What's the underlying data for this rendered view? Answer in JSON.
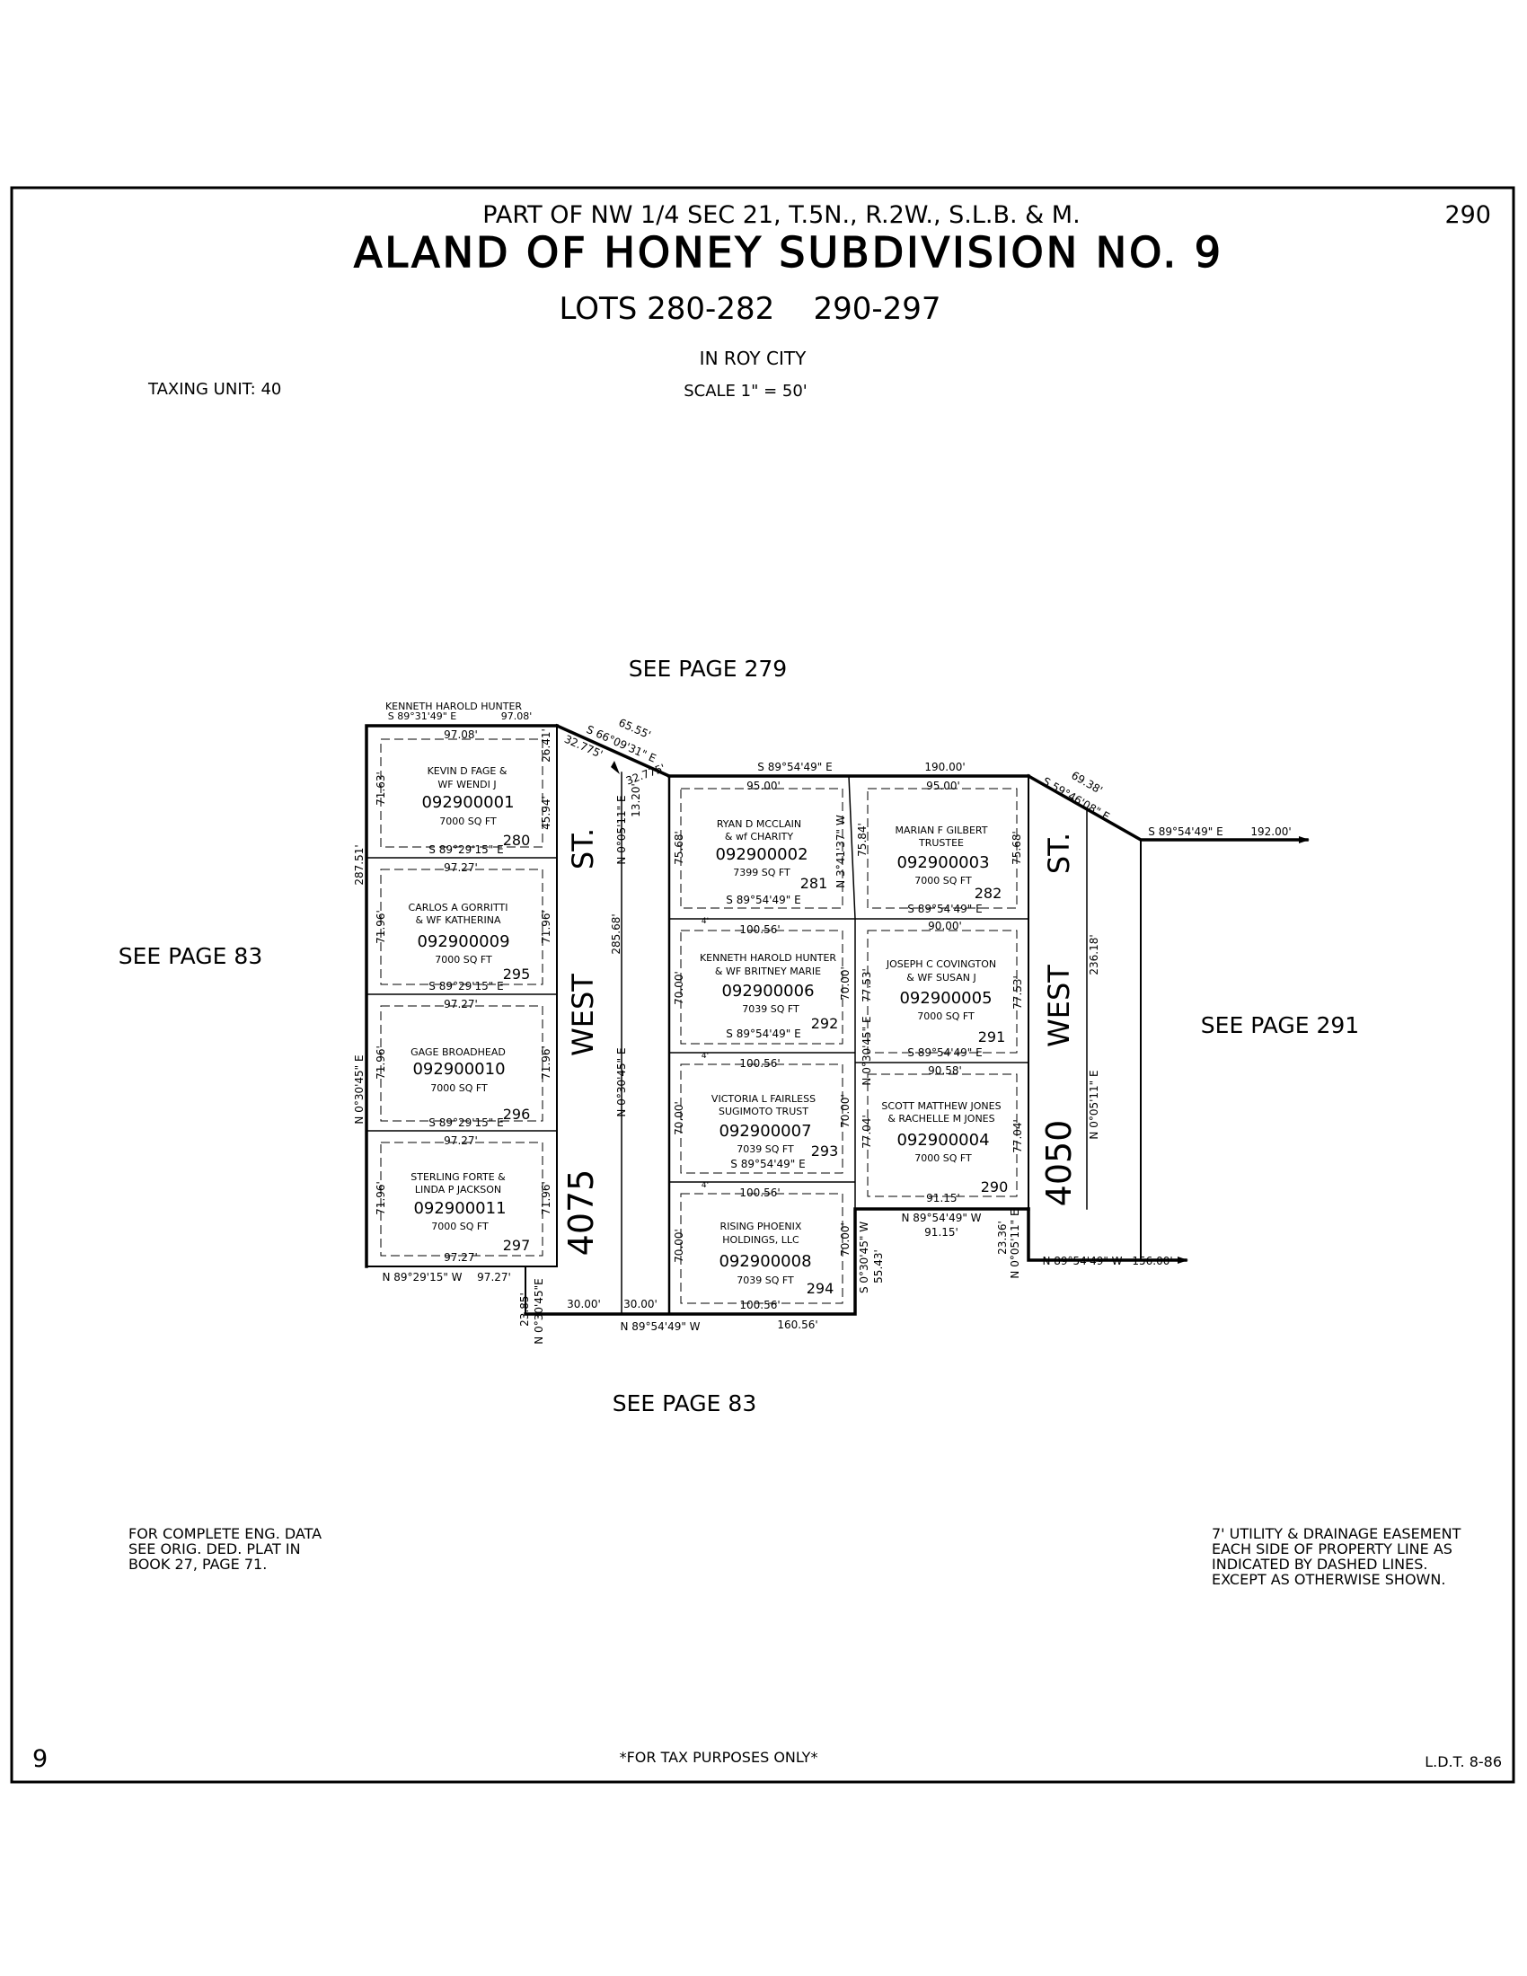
{
  "header": {
    "location": "PART OF NW 1/4 SEC 21, T.5N., R.2W., S.L.B. & M.",
    "page_number": "290",
    "title": "ALAND OF HONEY SUBDIVISION NO. 9",
    "lots": "LOTS 280-282    290-297",
    "city": "IN ROY CITY",
    "scale": "SCALE 1\" = 50'",
    "taxing_unit": "TAXING UNIT: 40"
  },
  "see_pages": {
    "top": "SEE PAGE 279",
    "left": "SEE PAGE 83",
    "right": "SEE PAGE 291",
    "bottom": "SEE PAGE 83"
  },
  "streets": {
    "west_a_name": "WEST",
    "west_a_suffix": "ST.",
    "west_a_number": "4075",
    "west_b_name": "WEST",
    "west_b_suffix": "ST.",
    "west_b_number": "4050"
  },
  "parcels": [
    {
      "lot": "280",
      "owner1": "KEVIN D FAGE &",
      "owner2": "WF WENDI J",
      "id": "092900001",
      "area": "7000 SQ FT"
    },
    {
      "lot": "295",
      "owner1": "CARLOS A GORRITTI",
      "owner2": "& WF KATHERINA",
      "id": "092900009",
      "area": "7000 SQ FT"
    },
    {
      "lot": "296",
      "owner1": "GAGE BROADHEAD",
      "owner2": "",
      "id": "092900010",
      "area": "7000 SQ FT"
    },
    {
      "lot": "297",
      "owner1": "STERLING FORTE &",
      "owner2": "LINDA P JACKSON",
      "id": "092900011",
      "area": "7000 SQ FT"
    },
    {
      "lot": "281",
      "owner1": "RYAN D MCCLAIN",
      "owner2": "& wf CHARITY",
      "id": "092900002",
      "area": "7399 SQ FT"
    },
    {
      "lot": "292",
      "owner1": "KENNETH HAROLD HUNTER",
      "owner2": "& WF BRITNEY MARIE",
      "id": "092900006",
      "area": "7039 SQ FT"
    },
    {
      "lot": "293",
      "owner1": "VICTORIA L FAIRLESS",
      "owner2": "SUGIMOTO TRUST",
      "id": "092900007",
      "area": "7039 SQ FT"
    },
    {
      "lot": "294",
      "owner1": "RISING PHOENIX",
      "owner2": "HOLDINGS, LLC",
      "id": "092900008",
      "area": "7039 SQ FT"
    },
    {
      "lot": "282",
      "owner1": "MARIAN F GILBERT",
      "owner2": "TRUSTEE",
      "id": "092900003",
      "area": "7000 SQ FT"
    },
    {
      "lot": "291",
      "owner1": "JOSEPH C COVINGTON",
      "owner2": "& WF SUSAN J",
      "id": "092900005",
      "area": "7000 SQ FT"
    },
    {
      "lot": "290",
      "owner1": "SCOTT MATTHEW JONES",
      "owner2": "& RACHELLE M JONES",
      "id": "092900004",
      "area": "7000 SQ FT"
    }
  ],
  "dimensions": {
    "top_owner": "KENNETH HAROLD HUNTER",
    "top_bearing_left": "S 89°31'49\" E",
    "top_dist_left": "97.08'",
    "d_9708": "97.08'",
    "d_2641": "26.41'",
    "d_4594": "45.94'",
    "d_7163": "71.63'",
    "d_28751": "287.51'",
    "b_29_1": "S 89°29'15\" E",
    "d_9727_1": "97.27'",
    "d_7196_1": "71.96'",
    "d_7196_2": "71.96'",
    "b_29_2": "S 89°29'15\" E",
    "d_9727_2": "97.27'",
    "d_7196_3": "71.96'",
    "d_7196_4": "71.96'",
    "b_29_3": "S 89°29'15\" E",
    "d_9727_3": "97.27'",
    "d_7196_5": "71.96'",
    "d_7196_6": "71.96'",
    "d_9727_4": "97.27'",
    "left_bearing": "N 0°30'45\" E",
    "bottom_left_bearing": "N 89°29'15\" W",
    "bottom_left_dist": "97.27'",
    "d_6555": "65.55'",
    "b_6609": "S 66°09'31\" E",
    "d_32775_a": "32.775'",
    "d_32775_b": "32.775'",
    "b_00511_a": "N 0°05'11\" E",
    "d_1320": "13.20'",
    "d_28568": "285.68'",
    "b_03045_a": "N 0°30'45\" E",
    "d_2385": "23.85'",
    "b_03045_b": "N 0°30'45\"E",
    "d_3000_a": "30.00'",
    "d_3000_b": "30.00'",
    "bottom_bearing": "N 89°54'49\" W",
    "bottom_dist": "160.56'",
    "top_mid_bearing": "S 89°54'49\" E",
    "top_mid_dist": "190.00'",
    "d_9500_a": "95.00'",
    "d_9500_b": "95.00'",
    "d_7568_a": "75.68'",
    "b_34137": "N 3°41'37\" W",
    "d_7584": "75.84'",
    "d_7568_b": "75.68'",
    "b_m1": "S 89°54'49\" E",
    "d_10056_1": "100.56'",
    "b_m2": "S 89°54'49\" E",
    "d_9000": "90.00'",
    "d_7000_1": "70.00'",
    "d_7000_2": "70.00'",
    "d_7753_a": "77.53'",
    "d_7753_b": "77.53'",
    "b_03045_c": "N 0°30'45\" E",
    "b_m3": "S 89°54'49\" E",
    "d_10056_2": "100.56'",
    "b_m4": "S 89°54'49\" E",
    "d_9058": "90.58'",
    "d_7000_3": "70.00'",
    "d_7000_4": "70.00'",
    "d_7704_a": "77.04'",
    "d_7704_b": "77.04'",
    "b_m5": "S 89°54'49\" E",
    "d_10056_3": "100.56'",
    "d_9115_a": "91.15'",
    "d_7000_5": "70.00'",
    "d_7000_6": "70.00'",
    "d_10056_4": "100.56'",
    "b_03045_d": "S 0°30'45\" W",
    "d_5543": "55.43'",
    "b_nw_step": "N 89°54'49\" W",
    "d_9115_b": "91.15'",
    "d_2336": "23.36'",
    "b_00511_b": "N 0°05'11\" E",
    "d_6938": "69.38'",
    "b_5946": "S 59°46'08\" E",
    "right_top_bearing": "S 89°54'49\" E",
    "right_top_dist": "192.00'",
    "d_23618": "236.18'",
    "b_00511_c": "N 0°05'11\" E",
    "right_bottom_bearing": "N 89°54'49\" W",
    "right_bottom_dist": "156.00'",
    "tick_4": "4'"
  },
  "notes": {
    "eng_data_1": "FOR COMPLETE ENG. DATA",
    "eng_data_2": "SEE ORIG. DED. PLAT IN",
    "eng_data_3": "BOOK 27, PAGE 71.",
    "easement_1": "7' UTILITY & DRAINAGE EASEMENT",
    "easement_2": "EACH SIDE OF PROPERTY LINE AS",
    "easement_3": "INDICATED BY DASHED LINES.",
    "easement_4": "EXCEPT AS OTHERWISE SHOWN."
  },
  "footer": {
    "sheet_number": "9",
    "disclaimer": "*FOR TAX PURPOSES ONLY*",
    "ldt": "L.D.T. 8-86"
  }
}
